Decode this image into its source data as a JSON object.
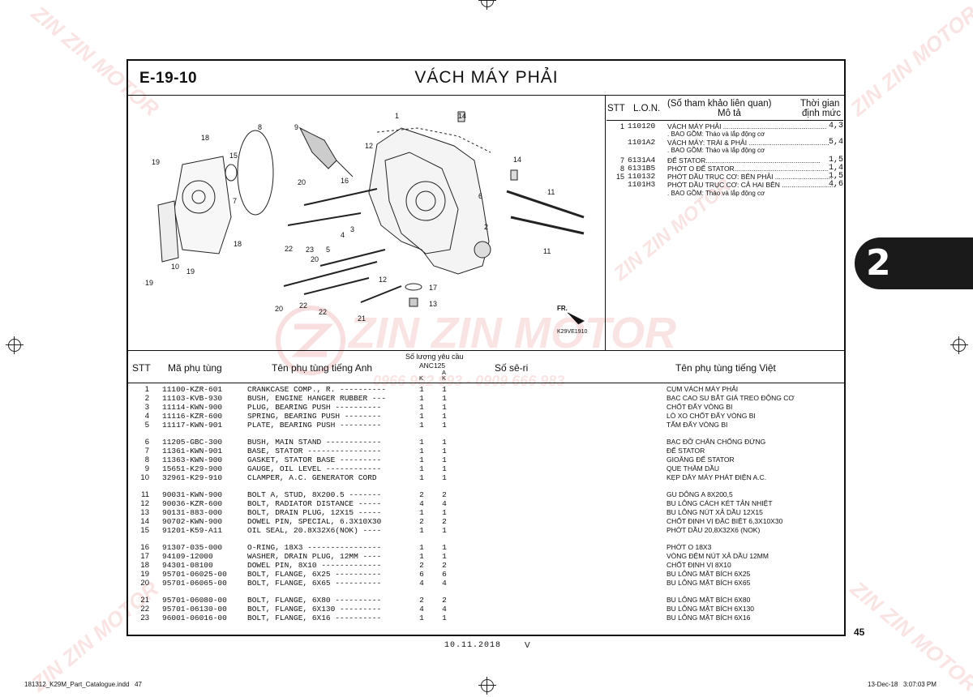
{
  "page_code": "E-19-10",
  "page_title": "VÁCH MÁY PHẢI",
  "chapter_tab": "2",
  "page_number": "45",
  "print_date": "10.11.2018",
  "print_version": "V",
  "footer_file": "181312_K29M_Part_Catalogue.indd   47",
  "footer_time": "13-Dec-18   3:07:03 PM",
  "watermark_brand": "ZIN ZIN MOTOR",
  "watermark_phone": "0966 962 993 - 0909 666 983",
  "diagram": {
    "figure_code": "K29VE1910",
    "front_label": "FR.",
    "callouts": [
      "1",
      "14",
      "8",
      "9",
      "12",
      "18",
      "15",
      "19",
      "16",
      "20",
      "7",
      "14",
      "6",
      "11",
      "4",
      "3",
      "18",
      "22",
      "23",
      "5",
      "2",
      "20",
      "11",
      "10",
      "19",
      "19",
      "12",
      "17",
      "20",
      "22",
      "22",
      "13",
      "21"
    ]
  },
  "ref_table": {
    "header_stt": "STT",
    "header_lon": "L.O.N.",
    "header_desc_1": "(Số tham khảo liên quan)",
    "header_desc_2": "Mô tả",
    "header_time_1": "Thời gian",
    "header_time_2": "định mức",
    "rows": [
      {
        "stt": "1",
        "lon": "110120",
        "desc": "VÁCH MÁY PHẢI ......................................................",
        "qty": "4,3"
      },
      {
        "stt": "",
        "lon": "1101A2",
        "desc": "VÁCH MÁY: TRÁI & PHẢI ..........................................",
        "qty": "5,4"
      },
      {
        "stt": "7",
        "lon": "6131A4",
        "desc": "ĐẾ STATOR............................................................",
        "qty": "1,5"
      },
      {
        "stt": "8",
        "lon": "6131B5",
        "desc": "PHỚT O ĐẾ STATOR.................................................",
        "qty": "1,4"
      },
      {
        "stt": "15",
        "lon": "110132",
        "desc": "PHỚT DẦU TRỤC CƠ: BÊN PHẢI ..............................",
        "qty": "1,5"
      },
      {
        "stt": "",
        "lon": "1101H3",
        "desc": "PHỚT DẦU TRỤC CƠ: CẢ HAI BÊN ............................",
        "qty": "4,6"
      }
    ],
    "sub_notes": [
      ". BAO GỒM: Tháo và lắp động cơ",
      ". BAO GỒM: Tháo và lắp động cơ",
      ". BAO GỒM: Tháo và lắp động cơ"
    ]
  },
  "parts_table": {
    "header_stt": "STT",
    "header_part_no": "Mã phụ tùng",
    "header_name_en": "Tên phụ tùng tiếng Anh",
    "header_qty": "Số lượng yêu cầu",
    "header_model": "ANC125",
    "header_col_k": "K",
    "header_col_a": "A",
    "header_col_ka": "K",
    "header_serial": "Số sê-ri",
    "header_name_vn": "Tên phụ tùng tiếng Việt",
    "rows": [
      {
        "stt": "1",
        "no": "11100-KZR-601",
        "en": "CRANKCASE COMP., R. ----------",
        "k": "1",
        "ka": "1",
        "vn": "CỤM VÁCH MÁY PHẢI"
      },
      {
        "stt": "2",
        "no": "11103-KVB-930",
        "en": "BUSH, ENGINE HANGER RUBBER ---",
        "k": "1",
        "ka": "1",
        "vn": "BẠC CAO SU BẮT GIÁ TREO ĐỘNG CƠ"
      },
      {
        "stt": "3",
        "no": "11114-KWN-900",
        "en": "PLUG, BEARING PUSH ----------",
        "k": "1",
        "ka": "1",
        "vn": "CHỐT ĐẨY VÒNG BI"
      },
      {
        "stt": "4",
        "no": "11116-KZR-600",
        "en": "SPRING, BEARING PUSH --------",
        "k": "1",
        "ka": "1",
        "vn": "LÒ XO CHỐT ĐẨY VÒNG BI"
      },
      {
        "stt": "5",
        "no": "11117-KWN-901",
        "en": "PLATE, BEARING PUSH ---------",
        "k": "1",
        "ka": "1",
        "vn": "TẤM ĐẨY VÒNG BI"
      },
      {
        "stt": "6",
        "no": "11205-GBC-300",
        "en": "BUSH, MAIN STAND ------------",
        "k": "1",
        "ka": "1",
        "vn": "BẠC ĐỠ CHÂN CHỐNG ĐỨNG"
      },
      {
        "stt": "7",
        "no": "11361-KWN-901",
        "en": "BASE, STATOR ----------------",
        "k": "1",
        "ka": "1",
        "vn": "ĐẾ STATOR"
      },
      {
        "stt": "8",
        "no": "11363-KWN-900",
        "en": "GASKET, STATOR BASE ---------",
        "k": "1",
        "ka": "1",
        "vn": "GIOĂNG ĐẾ STATOR"
      },
      {
        "stt": "9",
        "no": "15651-K29-900",
        "en": "GAUGE, OIL LEVEL ------------",
        "k": "1",
        "ka": "1",
        "vn": "QUE THĂM DẦU"
      },
      {
        "stt": "10",
        "no": "32961-K29-910",
        "en": "CLAMPER, A.C. GENERATOR CORD",
        "k": "1",
        "ka": "1",
        "vn": "KẸP DÂY MÁY PHÁT ĐIỆN A.C."
      },
      {
        "stt": "11",
        "no": "90031-KWN-900",
        "en": "BOLT A, STUD, 8X200.5 -------",
        "k": "2",
        "ka": "2",
        "vn": "GU DÔNG A 8X200,5"
      },
      {
        "stt": "12",
        "no": "90036-KZR-600",
        "en": "BOLT, RADIATOR DISTANCE -----",
        "k": "4",
        "ka": "4",
        "vn": "BU LÔNG CÁCH KÉT TẢN NHIỆT"
      },
      {
        "stt": "13",
        "no": "90131-883-000",
        "en": "BOLT, DRAIN PLUG, 12X15 -----",
        "k": "1",
        "ka": "1",
        "vn": "BU LÔNG NÚT XẢ DẦU 12X15"
      },
      {
        "stt": "14",
        "no": "90702-KWN-900",
        "en": "DOWEL PIN, SPECIAL, 6.3X10X30",
        "k": "2",
        "ka": "2",
        "vn": "CHỐT ĐỊNH VỊ ĐẶC BIỆT 6,3X10X30"
      },
      {
        "stt": "15",
        "no": "91201-K59-A11",
        "en": "OIL SEAL, 20.8X32X6(NOK) ----",
        "k": "1",
        "ka": "1",
        "vn": "PHỚT DẦU 20,8X32X6 (NOK)"
      },
      {
        "stt": "16",
        "no": "91307-035-000",
        "en": "O-RING, 18X3 ----------------",
        "k": "1",
        "ka": "1",
        "vn": "PHỚT O 18X3"
      },
      {
        "stt": "17",
        "no": "94109-12000",
        "en": "WASHER, DRAIN PLUG, 12MM ----",
        "k": "1",
        "ka": "1",
        "vn": "VÒNG ĐỆM NÚT XẢ DẦU 12MM"
      },
      {
        "stt": "18",
        "no": "94301-08100",
        "en": "DOWEL PIN, 8X10 -------------",
        "k": "2",
        "ka": "2",
        "vn": "CHỐT ĐỊNH VỊ 8X10"
      },
      {
        "stt": "19",
        "no": "95701-06025-00",
        "en": "BOLT, FLANGE, 6X25 ----------",
        "k": "6",
        "ka": "6",
        "vn": "BU LÔNG MẶT BÍCH 6X25"
      },
      {
        "stt": "20",
        "no": "95701-06065-00",
        "en": "BOLT, FLANGE, 6X65 ----------",
        "k": "4",
        "ka": "4",
        "vn": "BU LÔNG MẶT BÍCH 6X65"
      },
      {
        "stt": "21",
        "no": "95701-06080-00",
        "en": "BOLT, FLANGE, 6X80 ----------",
        "k": "2",
        "ka": "2",
        "vn": "BU LÔNG MẶT BÍCH 6X80"
      },
      {
        "stt": "22",
        "no": "95701-06130-00",
        "en": "BOLT, FLANGE, 6X130 ---------",
        "k": "4",
        "ka": "4",
        "vn": "BU LÔNG MẶT BÍCH 6X130"
      },
      {
        "stt": "23",
        "no": "96001-06016-00",
        "en": "BOLT, FLANGE, 6X16 ----------",
        "k": "1",
        "ka": "1",
        "vn": "BU LÔNG MẶT BÍCH 6X16"
      }
    ]
  }
}
